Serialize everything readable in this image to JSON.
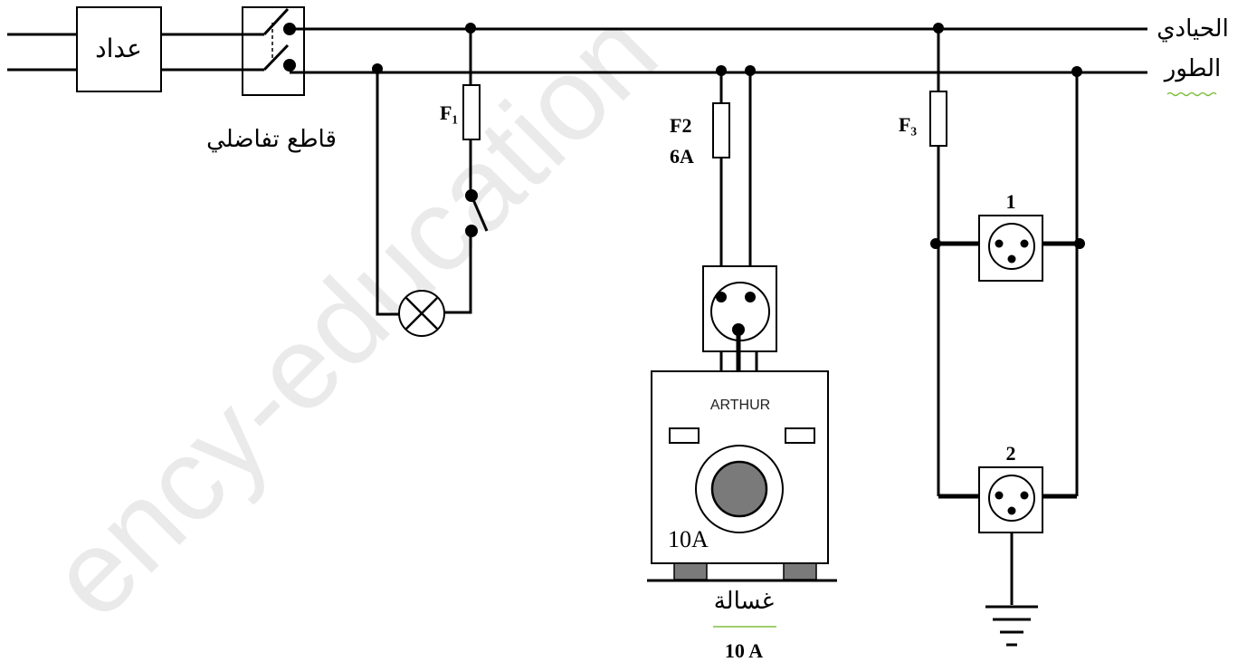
{
  "watermark": "ency-education",
  "labels": {
    "neutral": "الحيادي",
    "phase": "الطور",
    "meter": "عداد",
    "differential_breaker": "قاطع تفاضلي",
    "fuse1": "F₁",
    "fuse2": "F2",
    "fuse2_rating": "6A",
    "fuse3": "F₃",
    "socket1": "1",
    "socket2": "2",
    "washer_brand": "ARTHUR",
    "washer_current": "10A",
    "washer_name": "غسالة",
    "washer_rating": "10 A"
  },
  "colors": {
    "line": "#000000",
    "drum": "#7a7a7a",
    "feet": "#7a7a7a",
    "spell_underline": "#7fbf3f",
    "watermark": "#eaeaea"
  },
  "icons": {
    "lamp": "lamp-icon",
    "switch": "switch-icon",
    "ground": "ground-icon",
    "socket": "socket-icon",
    "fuse": "fuse-icon"
  }
}
